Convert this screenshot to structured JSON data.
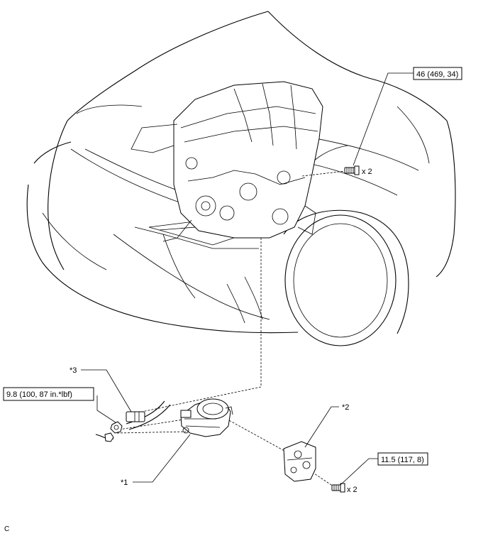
{
  "torque_labels": {
    "engine_mount_bolt": "46 (469, 34)",
    "terminal_nut": "9.8 (100, 87 in.*lbf)",
    "bracket_bolt": "11.5 (117, 8)"
  },
  "quantity_labels": {
    "engine_mount_bolt": "x 2",
    "bracket_bolt": "x 2"
  },
  "callouts": {
    "starter": "*1",
    "bracket": "*2",
    "wire_harness": "*3"
  },
  "corner_mark": "C"
}
